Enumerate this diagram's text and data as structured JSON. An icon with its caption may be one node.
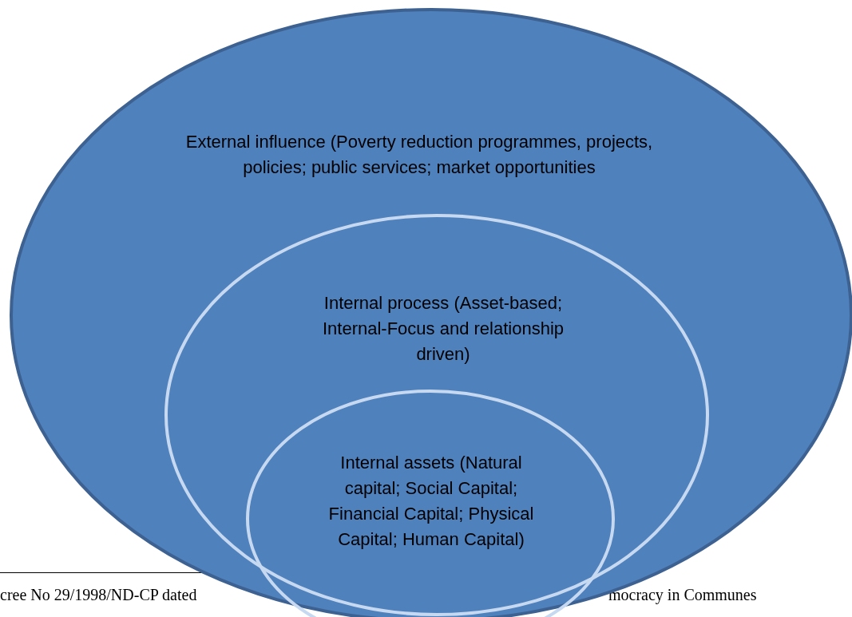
{
  "diagram": {
    "nodes": [
      {
        "text": [
          "External influence (Poverty reduction programmes, projects, policies; public services; market opportunities"
        ]
      },
      {
        "text": [
          "Internal process (Asset-based; Internal-Focus and relationship driven)"
        ],
        "in": 0
      },
      {
        "text": [
          "Internal assets (Natural capital;  Social Capital; Financial Capital; Physical Capital; Human Capital)"
        ],
        "in": 1
      }
    ],
    "labels": [
      "cree No 29/1998/ND-CP dated",
      "mocracy in Communes"
    ]
  }
}
